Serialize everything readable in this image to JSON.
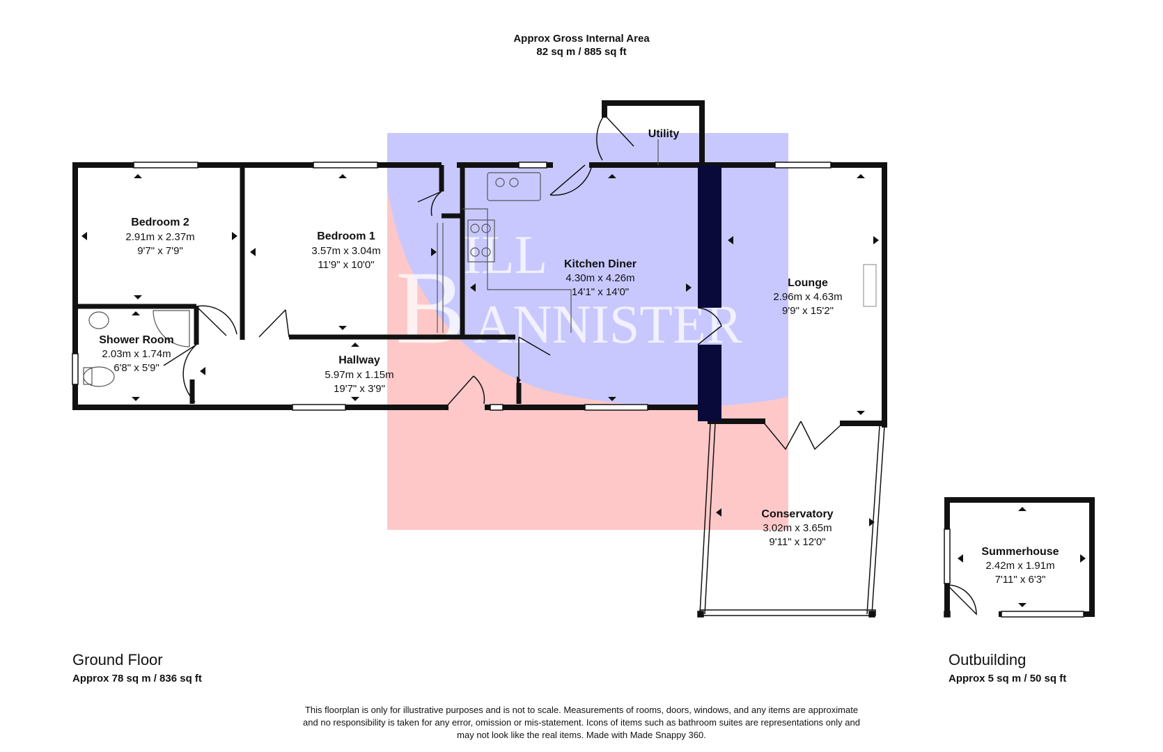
{
  "header": {
    "line1": "Approx Gross Internal Area",
    "line2": "82 sq m / 885 sq ft"
  },
  "watermark": {
    "text_b": "B",
    "text_ill": "ILL",
    "text_annister": "ANNISTER",
    "colors": {
      "blue": "#c8c8ff",
      "pink": "#ffc8c8",
      "dark_blue": "#0a0a60"
    }
  },
  "rooms": {
    "bedroom2": {
      "name": "Bedroom 2",
      "metric": "2.91m x 2.37m",
      "imperial": "9'7\" x 7'9\""
    },
    "bedroom1": {
      "name": "Bedroom 1",
      "metric": "3.57m x 3.04m",
      "imperial": "11'9\" x 10'0\""
    },
    "shower": {
      "name": "Shower Room",
      "metric": "2.03m x 1.74m",
      "imperial": "6'8\" x 5'9\""
    },
    "hallway": {
      "name": "Hallway",
      "metric": "5.97m x 1.15m",
      "imperial": "19'7\" x 3'9\""
    },
    "kitchen": {
      "name": "Kitchen Diner",
      "metric": "4.30m x 4.26m",
      "imperial": "14'1\" x 14'0\""
    },
    "utility": {
      "name": "Utility"
    },
    "lounge": {
      "name": "Lounge",
      "metric": "2.96m x 4.63m",
      "imperial": "9'9\" x 15'2\""
    },
    "conservatory": {
      "name": "Conservatory",
      "metric": "3.02m x 3.65m",
      "imperial": "9'11\" x 12'0\""
    },
    "summerhouse": {
      "name": "Summerhouse",
      "metric": "2.42m x 1.91m",
      "imperial": "7'11\" x 6'3\""
    }
  },
  "floors": {
    "ground": {
      "label": "Ground Floor",
      "area": "Approx 78 sq m / 836 sq ft"
    },
    "outbuilding": {
      "label": "Outbuilding",
      "area": "Approx 5 sq m / 50 sq ft"
    }
  },
  "disclaimer": {
    "line1": "This floorplan is only for illustrative purposes and is not to scale. Measurements of rooms, doors, windows, and any items are approximate",
    "line2": "and no responsibility is taken for any error, omission or mis-statement. Icons of items such as bathroom suites are representations only and",
    "line3": "may not look like the real items. Made with Made Snappy 360."
  }
}
